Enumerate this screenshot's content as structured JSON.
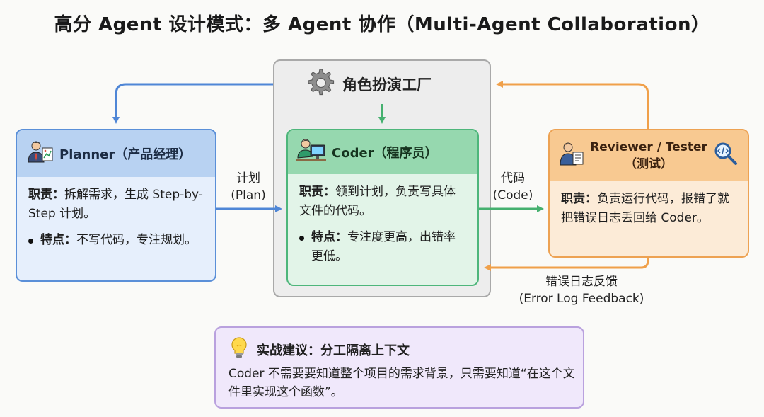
{
  "title": "高分 Agent 设计模式：多 Agent 协作（Multi-Agent Collaboration）",
  "factory": {
    "title": "角色扮演工厂",
    "icon": "gear-icon"
  },
  "planner": {
    "title": "Planner（产品经理）",
    "icon": "planner-person-icon",
    "duty_label": "职责：",
    "duty": "拆解需求，生成 Step-by-Step 计划。",
    "feature_label": "特点：",
    "feature": "不写代码，专注规划。"
  },
  "coder": {
    "title": "Coder（程序员）",
    "icon": "coder-at-computer-icon",
    "duty_label": "职责：",
    "duty": "领到计划，负责写具体文件的代码。",
    "feature_label": "特点：",
    "feature": "专注度更高，出错率更低。"
  },
  "reviewer": {
    "title_line1": "Reviewer / Tester",
    "title_line2": "（测试）",
    "icon": "reviewer-person-icon",
    "icon2": "magnifier-code-icon",
    "duty_label": "职责：",
    "duty": "负责运行代码，报错了就把错误日志丢回给 Coder。"
  },
  "edges": {
    "plan_line1": "计划",
    "plan_line2": "(Plan)",
    "code_line1": "代码",
    "code_line2": "(Code)",
    "feedback_line1": "错误日志反馈",
    "feedback_line2": "(Error Log Feedback)"
  },
  "tip": {
    "icon": "lightbulb-icon",
    "title": "实战建议：分工隔离上下文",
    "text": "Coder 不需要要知道整个项目的需求背景，只需要知道“在这个文件里实现这个函数”。"
  },
  "colors": {
    "planner": "#5a8fd8",
    "coder": "#4eb67b",
    "reviewer": "#eda253",
    "tip": "#b9a1de",
    "factory": "#a9a9a9"
  }
}
